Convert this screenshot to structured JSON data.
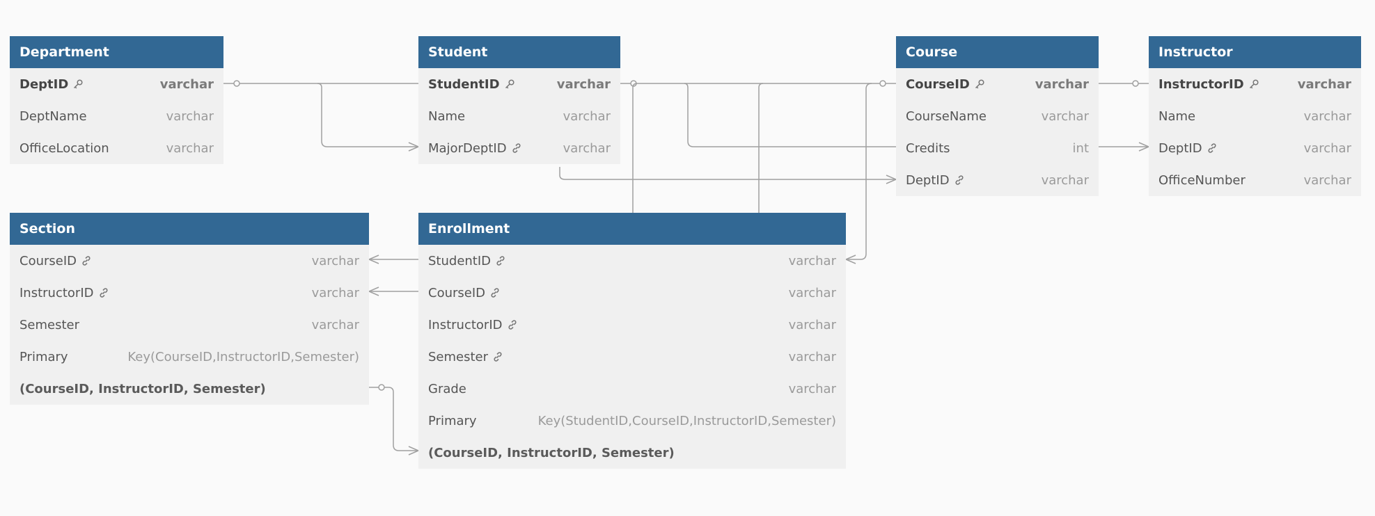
{
  "tables": {
    "department": {
      "title": "Department",
      "rows": [
        {
          "name": "DeptID",
          "type": "varchar",
          "icon": "key-icon"
        },
        {
          "name": "DeptName",
          "type": "varchar"
        },
        {
          "name": "OfficeLocation",
          "type": "varchar"
        }
      ]
    },
    "student": {
      "title": "Student",
      "rows": [
        {
          "name": "StudentID",
          "type": "varchar",
          "icon": "key-icon"
        },
        {
          "name": "Name",
          "type": "varchar"
        },
        {
          "name": "MajorDeptID",
          "type": "varchar",
          "icon": "link-icon"
        }
      ]
    },
    "course": {
      "title": "Course",
      "rows": [
        {
          "name": "CourseID",
          "type": "varchar",
          "icon": "key-icon"
        },
        {
          "name": "CourseName",
          "type": "varchar"
        },
        {
          "name": "Credits",
          "type": "int"
        },
        {
          "name": "DeptID",
          "type": "varchar",
          "icon": "link-icon"
        }
      ]
    },
    "instructor": {
      "title": "Instructor",
      "rows": [
        {
          "name": "InstructorID",
          "type": "varchar",
          "icon": "key-icon"
        },
        {
          "name": "Name",
          "type": "varchar"
        },
        {
          "name": "DeptID",
          "type": "varchar",
          "icon": "link-icon"
        },
        {
          "name": "OfficeNumber",
          "type": "varchar"
        }
      ]
    },
    "section": {
      "title": "Section",
      "rows": [
        {
          "name": "CourseID",
          "type": "varchar",
          "icon": "link-icon"
        },
        {
          "name": "InstructorID",
          "type": "varchar",
          "icon": "link-icon"
        },
        {
          "name": "Semester",
          "type": "varchar"
        },
        {
          "name": "Primary",
          "type": "Key(CourseID,InstructorID,Semester)"
        },
        {
          "name": "(CourseID, InstructorID, Semester)",
          "type": ""
        }
      ]
    },
    "enrollment": {
      "title": "Enrollment",
      "rows": [
        {
          "name": "StudentID",
          "type": "varchar",
          "icon": "link-icon"
        },
        {
          "name": "CourseID",
          "type": "varchar",
          "icon": "link-icon"
        },
        {
          "name": "InstructorID",
          "type": "varchar",
          "icon": "link-icon"
        },
        {
          "name": "Semester",
          "type": "varchar",
          "icon": "link-icon"
        },
        {
          "name": "Grade",
          "type": "varchar"
        },
        {
          "name": "Primary",
          "type": "Key(StudentID,CourseID,InstructorID,Semester)"
        },
        {
          "name": "(CourseID, InstructorID, Semester)",
          "type": ""
        }
      ]
    }
  },
  "colors": {
    "header": "#326894",
    "header_text": "#ffffff",
    "body": "#f0f0f0",
    "line": "#a0a0a0",
    "background": "#fafafa"
  }
}
